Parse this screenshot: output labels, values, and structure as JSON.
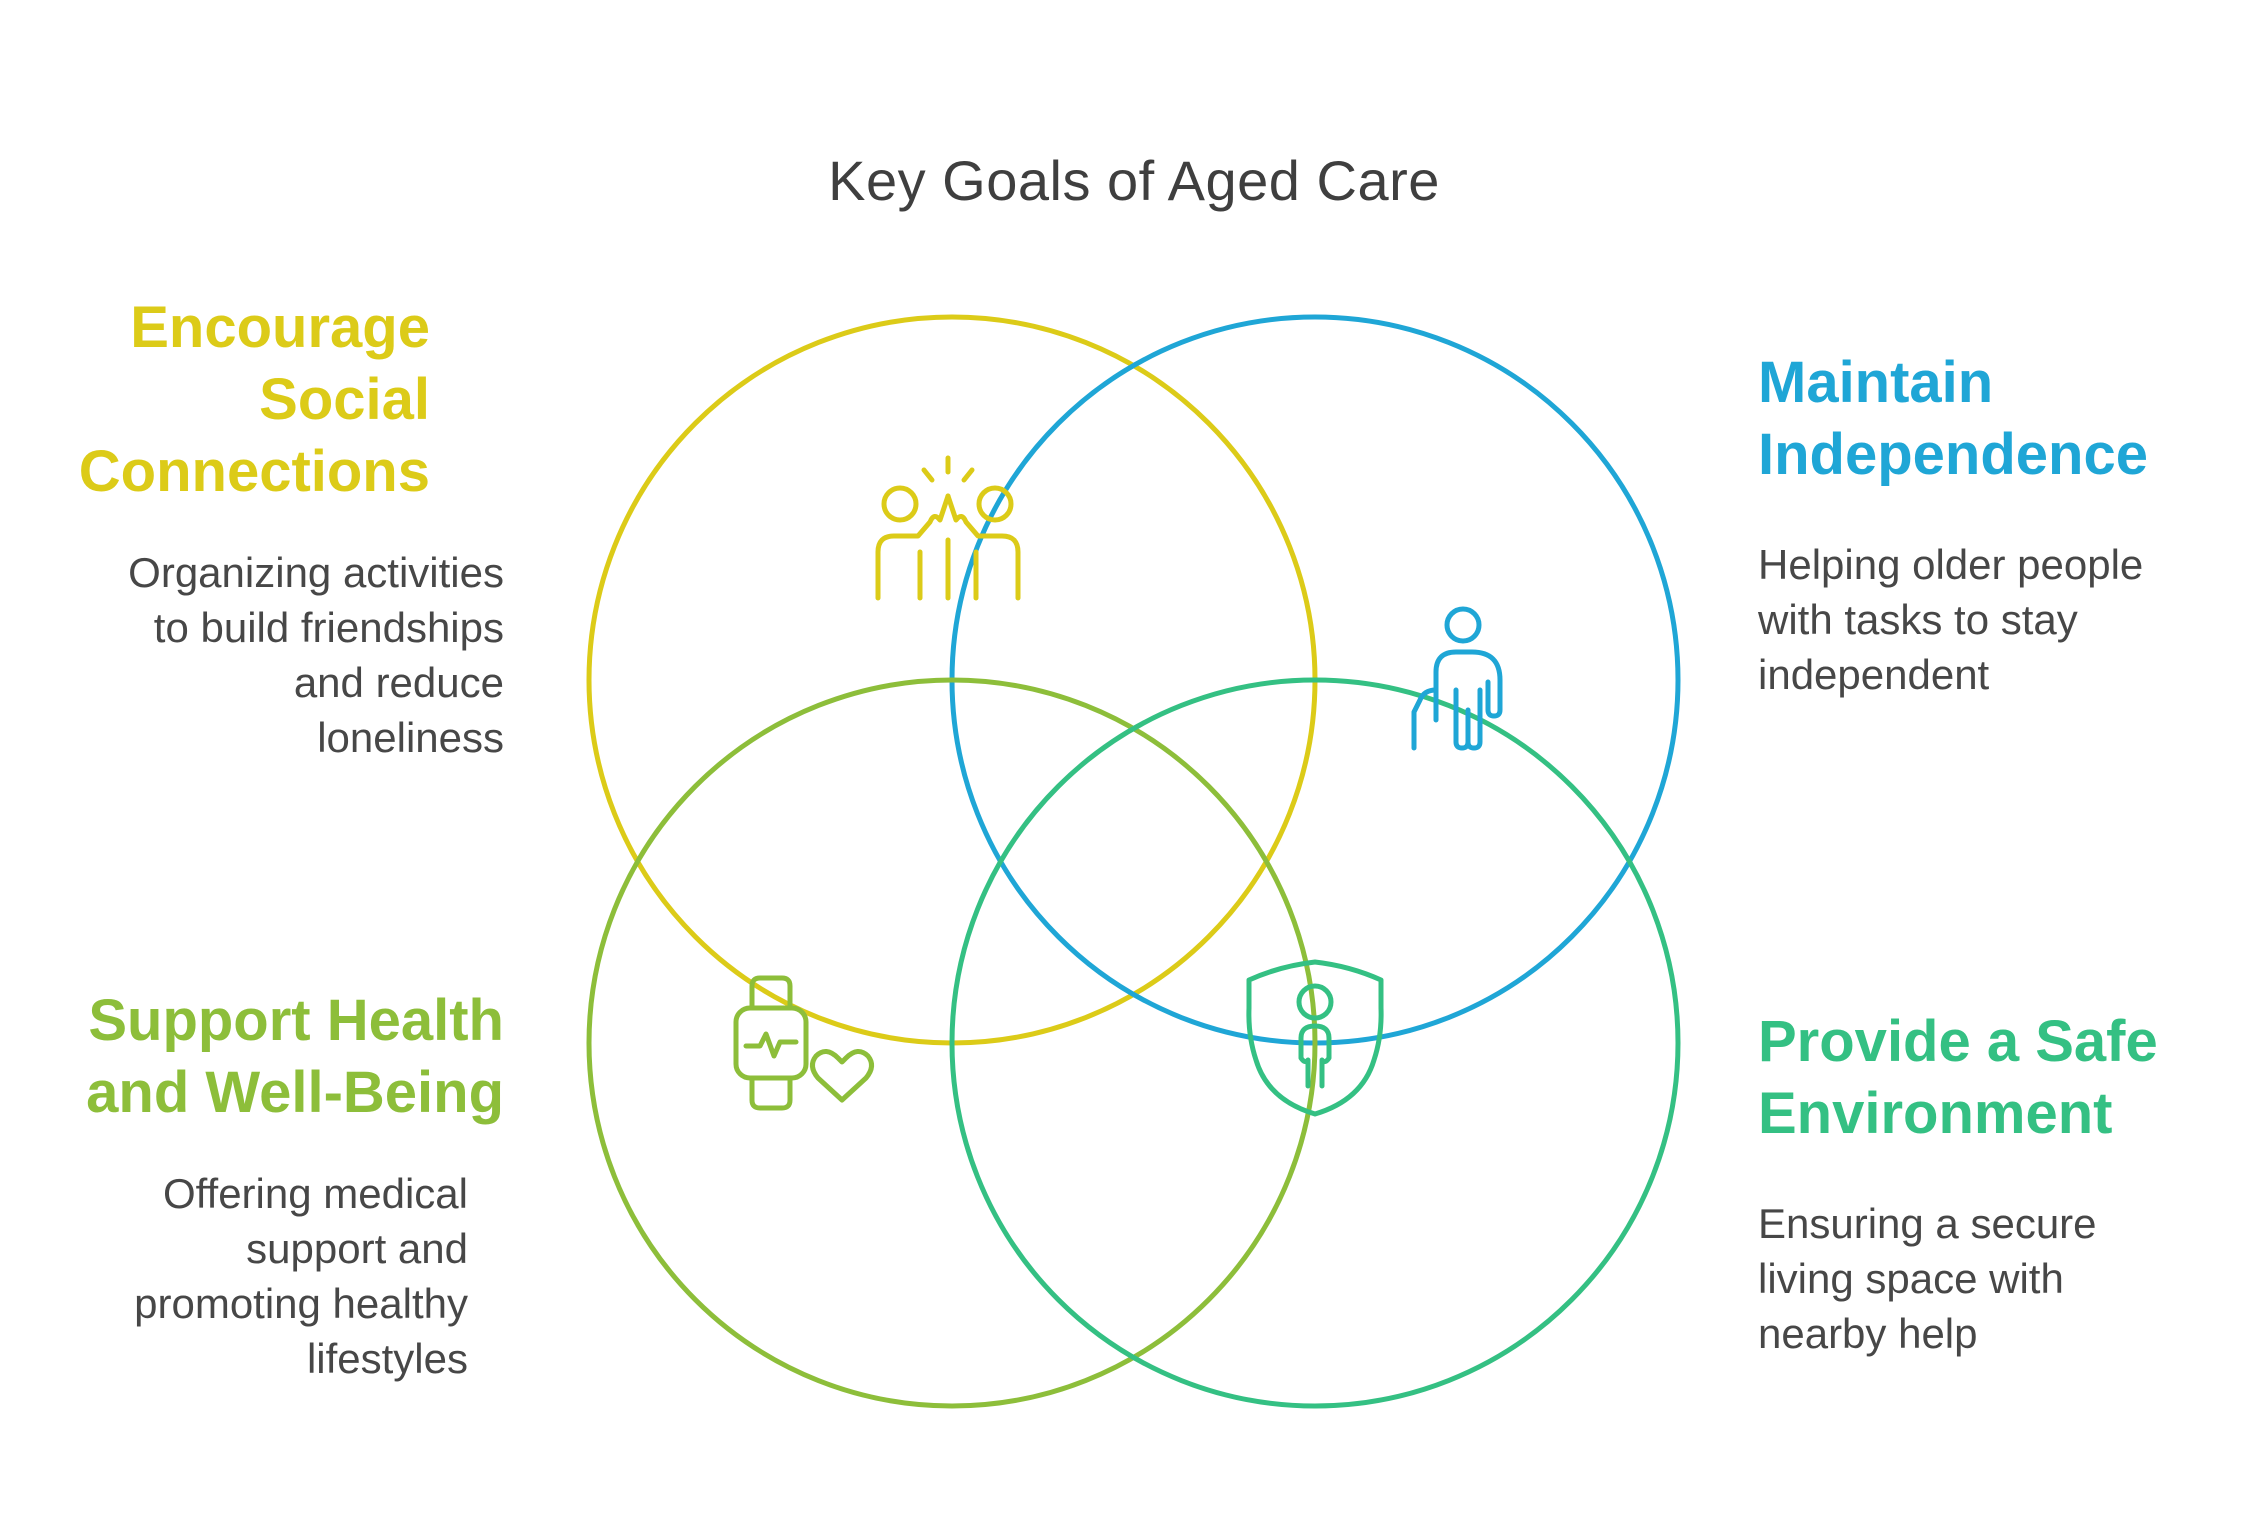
{
  "title": "Key Goals of Aged Care",
  "colors": {
    "social": "#DCCB18",
    "independence": "#1FA6D6",
    "health": "#8DBE3A",
    "safety": "#34C083"
  },
  "goals": {
    "social": {
      "heading": [
        "Encourage",
        "Social",
        "Connections"
      ],
      "description": [
        "Organizing activities",
        "to build friendships",
        "and reduce",
        "loneliness"
      ],
      "icon": "high-five-icon"
    },
    "independence": {
      "heading": [
        "Maintain",
        "Independence"
      ],
      "description": [
        "Helping older people",
        "with tasks to stay",
        "independent"
      ],
      "icon": "person-with-cane-icon"
    },
    "health": {
      "heading": [
        "Support Health",
        "and Well-Being"
      ],
      "description": [
        "Offering medical",
        "support and",
        "promoting healthy",
        "lifestyles"
      ],
      "icon": "smartwatch-heart-icon"
    },
    "safety": {
      "heading": [
        "Provide a Safe",
        "Environment"
      ],
      "description": [
        "Ensuring a secure",
        "living space with",
        "nearby help"
      ],
      "icon": "shield-person-icon"
    }
  }
}
